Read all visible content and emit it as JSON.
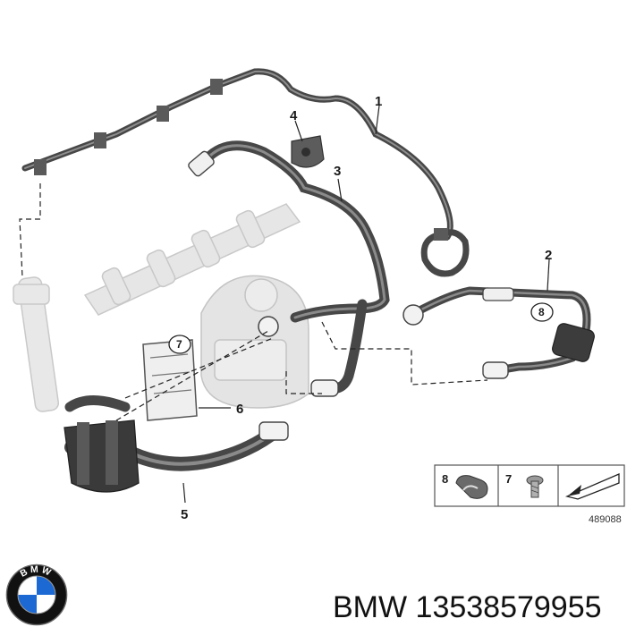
{
  "callouts": {
    "c1": "1",
    "c2": "2",
    "c3": "3",
    "c4": "4",
    "c5": "5",
    "c6": "6",
    "c7": "7",
    "c8": "8"
  },
  "legend": {
    "item8": "8",
    "item7": "7",
    "ref": "489088"
  },
  "caption": {
    "part_number": "BMW 13538579955"
  },
  "logo": {
    "letters": "BMW",
    "colors": {
      "blue": "#1c69d4",
      "ring": "#111111",
      "white": "#ffffff"
    }
  },
  "colors": {
    "hose": "#4a4a4a",
    "hose_highlight": "#8a8a8a",
    "ghost": "#d9d9d9",
    "leader": "#222222"
  }
}
